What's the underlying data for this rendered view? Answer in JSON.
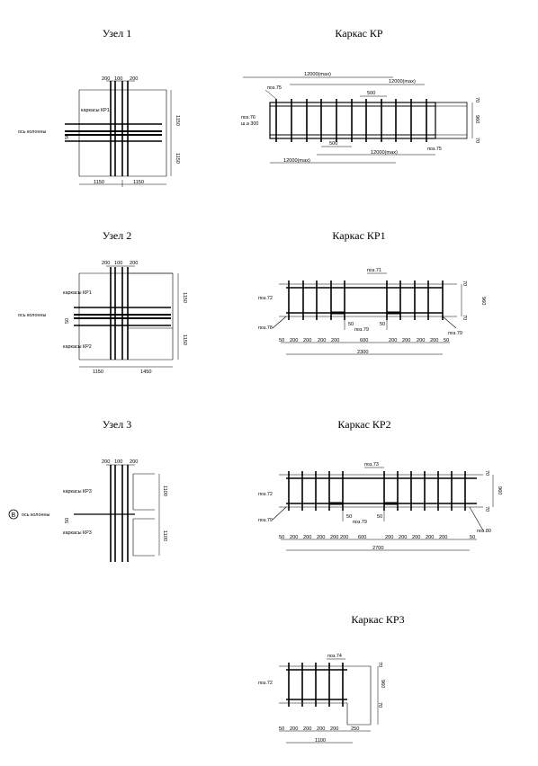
{
  "titles": {
    "uzel1": "Узел 1",
    "uzel2": "Узел 2",
    "uzel3": "Узел 3",
    "kp": "Каркас КР",
    "kp1": "Каркас КР1",
    "kp2": "Каркас КР2",
    "kp3": "Каркас КР3"
  },
  "uzel1": {
    "top_dims": [
      "200",
      "100",
      "200"
    ],
    "left_dim": "50",
    "right_dims": [
      "1150",
      "1150"
    ],
    "bottom_dims": [
      "1150",
      "1150"
    ],
    "label_frame": "каркасы КР1",
    "label_axis": "ось колонны"
  },
  "uzel2": {
    "top_dims": [
      "200",
      "100",
      "200"
    ],
    "left_dim": "50",
    "right_dims": [
      "1150",
      "1150"
    ],
    "bottom_dims": [
      "1150",
      "1450"
    ],
    "label_frame_top": "каркасы КР1",
    "label_frame_bottom": "каркасы КР2",
    "label_axis": "ось колонны"
  },
  "uzel3": {
    "top_dims": [
      "200",
      "100",
      "200"
    ],
    "left_dim": "50",
    "right_dims": [
      "1100",
      "1100"
    ],
    "label_frame_top": "каркасы КР3",
    "label_frame_bottom": "каркасы КР3",
    "label_axis": "ось колонны",
    "axis_letter": "В"
  },
  "kp": {
    "top_dims": [
      "12000(max)",
      "12000(max)",
      "500"
    ],
    "bottom_dims": [
      "500",
      "12000(max)",
      "12000(max)"
    ],
    "pos_top": "поз.75",
    "pos_left": "поз.76",
    "pitch": "ш.а 300",
    "pos_bottom": "поз.75",
    "right_dims": [
      "70",
      "960",
      "70"
    ]
  },
  "kp1": {
    "pos_top": "поз.71",
    "pos_left": "поз.72",
    "pos_left_bottom": "поз.78",
    "pos_right_bottom": "поз.79",
    "pos_center": "поз.79",
    "gap_dims": [
      "50",
      "50"
    ],
    "right_dims": [
      "70",
      "960",
      "70"
    ],
    "bottom_dims": [
      "50",
      "200",
      "200",
      "200",
      "200",
      "600",
      "200",
      "200",
      "200",
      "200",
      "50"
    ],
    "total": "2300"
  },
  "kp2": {
    "pos_top": "поз.73",
    "pos_left": "поз.72",
    "pos_left_bottom": "поз.79",
    "pos_right_bottom": "поз.80",
    "pos_center": "поз.79",
    "gap_dims": [
      "50",
      "50"
    ],
    "right_dims": [
      "70",
      "960",
      "70"
    ],
    "bottom_dims": [
      "50",
      "200",
      "200",
      "200",
      "200",
      "200",
      "600",
      "200",
      "200",
      "200",
      "200",
      "200",
      "50"
    ],
    "total": "2700"
  },
  "kp3": {
    "pos_top": "поз.74",
    "pos_left": "поз.72",
    "right_dims": [
      "70",
      "960",
      "70"
    ],
    "bottom_dims": [
      "50",
      "200",
      "200",
      "200",
      "200",
      "250"
    ],
    "total": "1100"
  }
}
